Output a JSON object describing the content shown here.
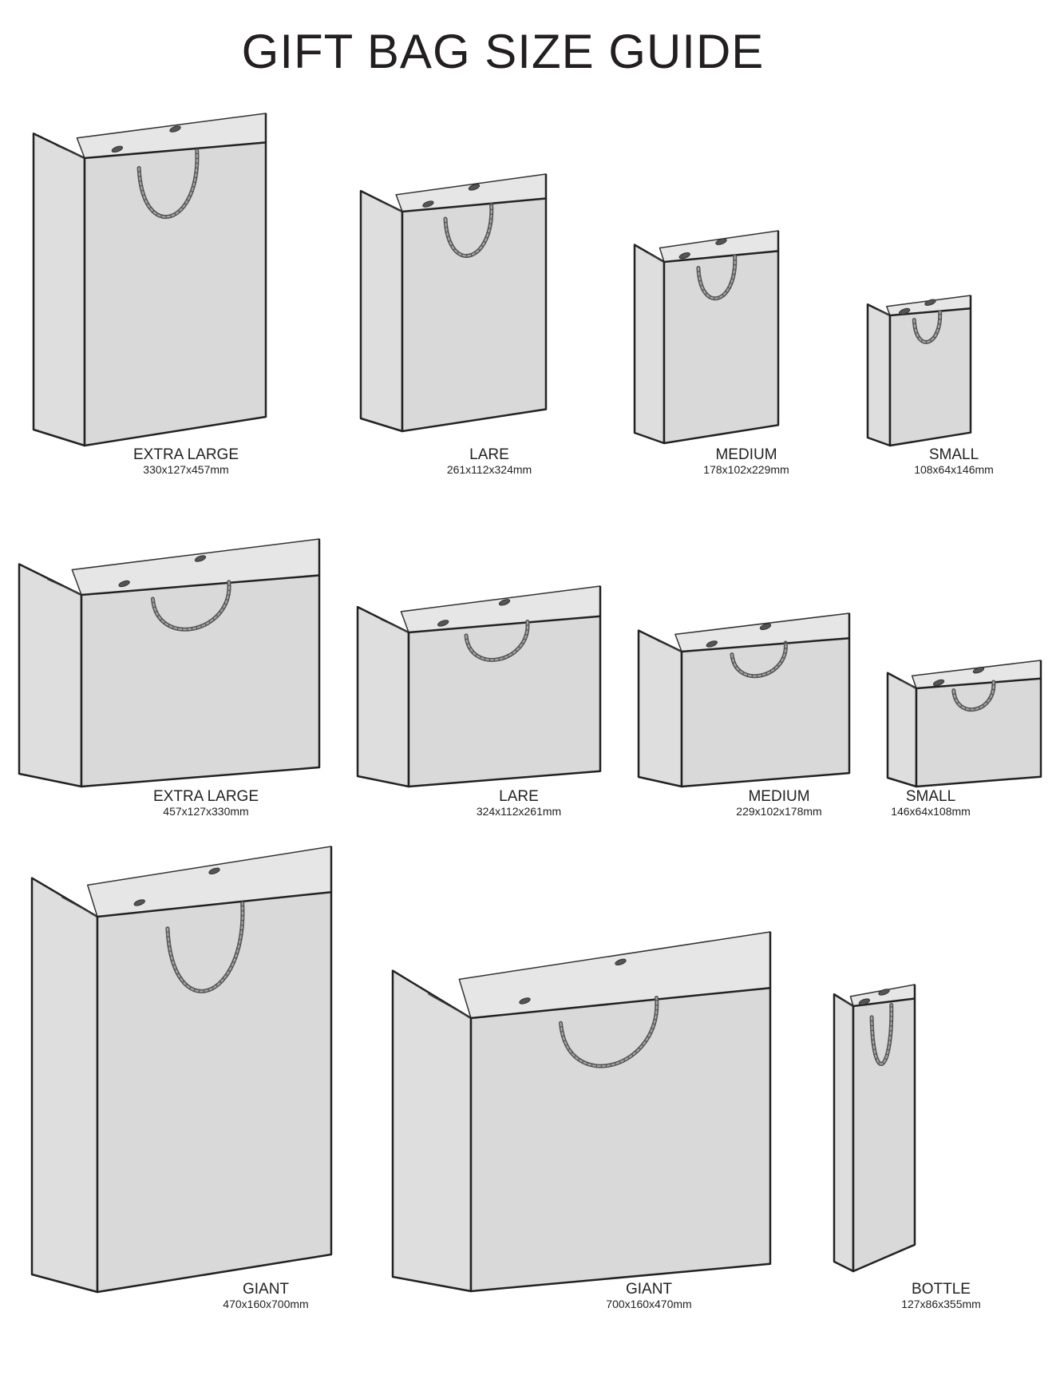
{
  "title": "GIFT BAG SIZE GUIDE",
  "colors": {
    "bag_fill": "#d9d9d9",
    "outline": "#222222",
    "rope": "#555555",
    "title": "#231f20"
  },
  "bags": [
    {
      "name": "EXTRA LARGE",
      "dims": "330x127x457mm",
      "orientation": "portrait"
    },
    {
      "name": "LARE",
      "dims": "261x112x324mm",
      "orientation": "portrait"
    },
    {
      "name": "MEDIUM",
      "dims": "178x102x229mm",
      "orientation": "portrait"
    },
    {
      "name": "SMALL",
      "dims": "108x64x146mm",
      "orientation": "portrait"
    },
    {
      "name": "EXTRA LARGE",
      "dims": "457x127x330mm",
      "orientation": "landscape"
    },
    {
      "name": "LARE",
      "dims": "324x112x261mm",
      "orientation": "landscape"
    },
    {
      "name": "MEDIUM",
      "dims": "229x102x178mm",
      "orientation": "landscape"
    },
    {
      "name": "SMALL",
      "dims": "146x64x108mm",
      "orientation": "landscape"
    },
    {
      "name": "GIANT",
      "dims": "470x160x700mm",
      "orientation": "portrait"
    },
    {
      "name": "GIANT",
      "dims": "700x160x470mm",
      "orientation": "landscape"
    },
    {
      "name": "BOTTLE",
      "dims": "127x86x355mm",
      "orientation": "portrait"
    }
  ]
}
